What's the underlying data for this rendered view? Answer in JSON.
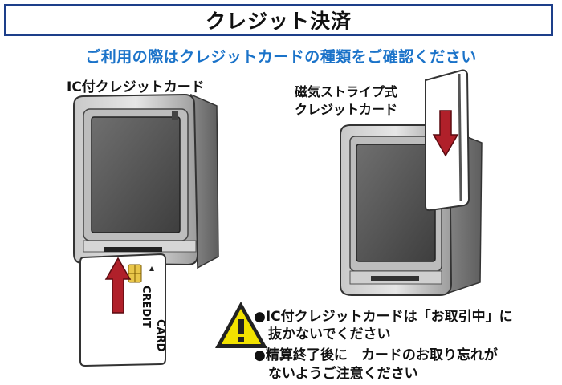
{
  "header": {
    "title": "クレジット決済"
  },
  "instruction": "ご利用の際はクレジットカードの種類をご確認ください",
  "ic_reader": {
    "label": "IC付クレジットカード"
  },
  "card": {
    "text_line1": "CREDIT",
    "text_line2": "CARD"
  },
  "magstripe_reader": {
    "label_line1": "磁気ストライプ式",
    "label_line2": "クレジットカード"
  },
  "warnings": [
    {
      "line1": "●IC付クレジットカードは「お取引中」に",
      "line2": "抜かないでください"
    },
    {
      "line1": "●精算終了後に　カードのお取り忘れが",
      "line2": "ないようご注意ください"
    }
  ],
  "icons": {
    "warning": "warning-triangle-icon",
    "arrow": "insert-arrow-icon"
  },
  "colors": {
    "title_border": "#1d3f8a",
    "instruction_text": "#1b73c9",
    "arrow_red": "#b0202a",
    "warning_yellow": "#f2e200"
  }
}
